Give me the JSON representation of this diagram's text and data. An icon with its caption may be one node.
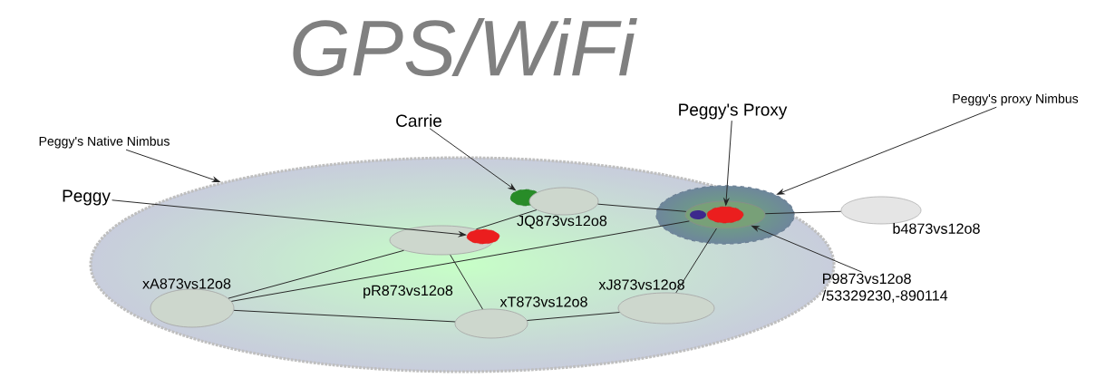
{
  "diagram": {
    "title": "GPS/WiFi",
    "nodes": [
      {
        "text": [
          "Peggy's Native Nimbus"
        ]
      },
      {
        "text": [
          "Carrie"
        ]
      },
      {
        "text": [
          "Peggy's Proxy"
        ]
      },
      {
        "text": [
          "Peggy's proxy Nimbus"
        ]
      },
      {
        "text": [
          "Peggy"
        ]
      },
      {
        "text": [],
        "shape": "ellipse"
      },
      {
        "text": [],
        "shape": "ellipse",
        "in": 5
      },
      {
        "text": [
          "JQ873vs12o8"
        ],
        "in": 5
      },
      {
        "text": [],
        "shape": "ellipse",
        "in": 5
      },
      {
        "text": [],
        "shape": "ellipse",
        "in": 8
      },
      {
        "text": [],
        "shape": "ellipse",
        "in": 9
      },
      {
        "text": [
          "b4873vs12o8"
        ]
      },
      {
        "text": [
          "pR873vs12o8"
        ],
        "in": 5
      },
      {
        "text": [],
        "shape": "ellipse",
        "in": 5
      },
      {
        "text": [
          "xA873vs12o8"
        ],
        "in": 5
      },
      {
        "text": [
          "xT873vs12o8"
        ],
        "in": 5
      },
      {
        "text": [
          "xJ873vs12o8"
        ],
        "in": 5
      },
      {
        "text": [
          "P9873vs12o8 /53329230,-890114"
        ]
      }
    ],
    "edges": [
      {
        "from": 0,
        "to": 5,
        "arrow": "to"
      },
      {
        "from": 1,
        "to": 6,
        "arrow": "to"
      },
      {
        "from": 2,
        "to": 10,
        "arrow": "to"
      },
      {
        "from": 3,
        "to": 8,
        "arrow": "to"
      },
      {
        "from": 4,
        "to": 13,
        "arrow": "to"
      },
      {
        "from": 17,
        "to": 9,
        "arrow": "to"
      },
      {
        "from": 14,
        "to": 12,
        "arrow": "none"
      },
      {
        "from": 14,
        "to": 9,
        "arrow": "none"
      },
      {
        "from": 14,
        "to": 15,
        "arrow": "none"
      },
      {
        "from": 15,
        "to": 16,
        "arrow": "none"
      },
      {
        "from": 12,
        "to": 7,
        "arrow": "none"
      },
      {
        "from": 12,
        "to": 15,
        "arrow": "none"
      },
      {
        "from": 7,
        "to": 9,
        "arrow": "none"
      },
      {
        "from": 16,
        "to": 9,
        "arrow": "none"
      },
      {
        "from": 9,
        "to": 11,
        "arrow": "none"
      }
    ]
  }
}
